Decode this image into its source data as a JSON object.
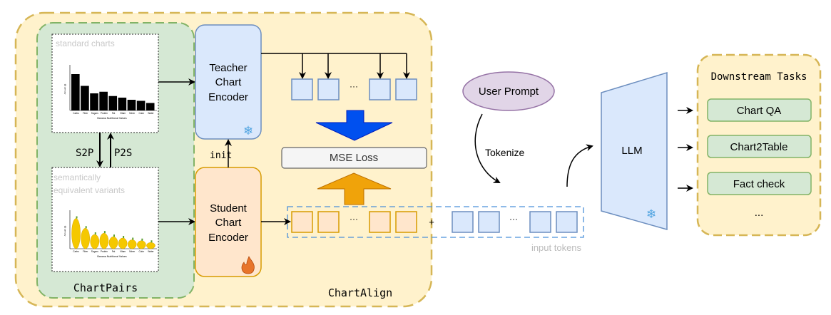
{
  "chartalign": {
    "label": "ChartAlign"
  },
  "chartpairs": {
    "label": "ChartPairs",
    "standard_label": "standard charts",
    "variants_label_1": "semantically",
    "variants_label_2": "equivalent variants",
    "s2p": "S2P",
    "p2s": "P2S",
    "mini_chart": {
      "categories": [
        "Carbs",
        "Fiber",
        "Sugars",
        "Protein",
        "Fat",
        "Vitam",
        "Miner",
        "Calor",
        "Water"
      ],
      "xlabel": "Banana Nutritional Values",
      "ylabel": "Amount (g)",
      "values": [
        340,
        230,
        160,
        175,
        135,
        120,
        100,
        90,
        70
      ],
      "ylim": [
        0,
        400
      ]
    }
  },
  "teacher": {
    "line1": "Teacher",
    "line2": "Chart",
    "line3": "Encoder",
    "icon": "snowflake-icon"
  },
  "student": {
    "line1": "Student",
    "line2": "Chart",
    "line3": "Encoder",
    "icon": "fire-icon"
  },
  "init_label": "init",
  "mse_loss": "MSE Loss",
  "ellipsis": "···",
  "plus": "+",
  "input_tokens": "input tokens",
  "user_prompt": "User Prompt",
  "tokenize": "Tokenize",
  "llm": "LLM",
  "downstream": {
    "title": "Downstream Tasks",
    "tasks": [
      "Chart QA",
      "Chart2Table",
      "Fact check"
    ],
    "more": "..."
  },
  "colors": {
    "yellow": "#fff2cc",
    "green": "#d5e8d4",
    "blue": "#dae8fc",
    "orange": "#ffe6cc",
    "purple": "#e1d5e7",
    "blue_arrow": "#0050ef",
    "orange_arrow": "#f0a30a"
  }
}
